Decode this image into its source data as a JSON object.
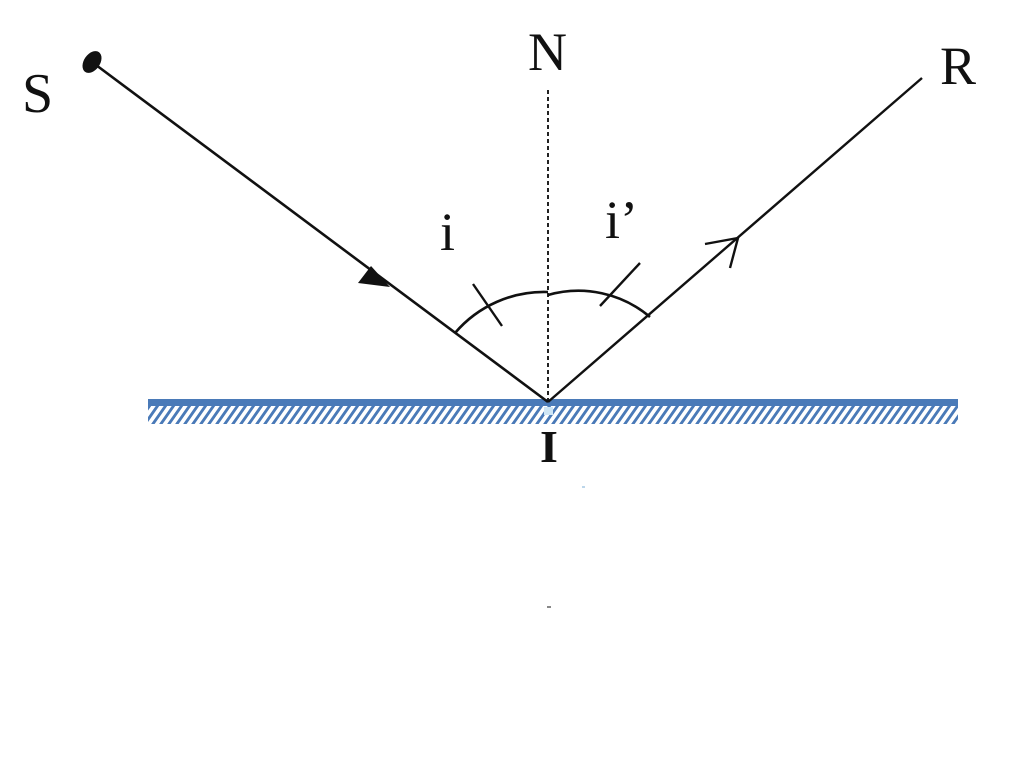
{
  "labels": {
    "source": "S",
    "normal": "N",
    "reflected": "R",
    "incidence_point": "I",
    "angle_incidence": "i",
    "angle_reflection": "i’"
  },
  "colors": {
    "mirror": "#4a7ab8",
    "ray": "#111111",
    "background": "#ffffff"
  }
}
